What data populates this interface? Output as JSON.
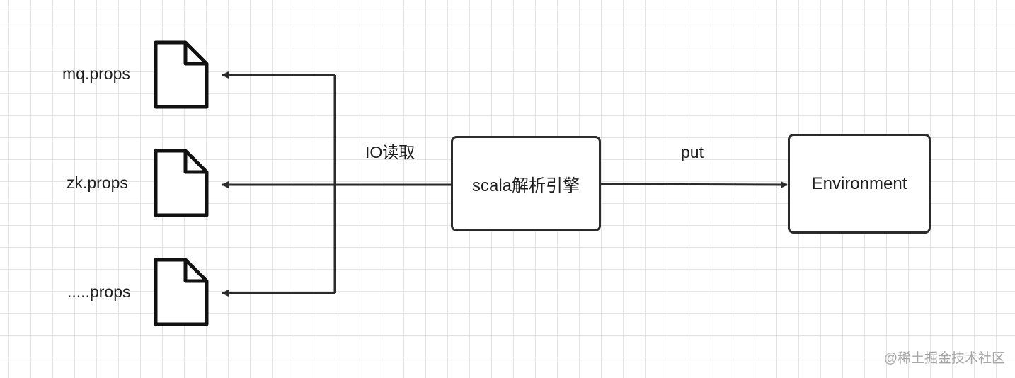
{
  "files": [
    {
      "label": "mq.props"
    },
    {
      "label": "zk.props"
    },
    {
      "label": ".....props"
    }
  ],
  "edges": {
    "io_read_label": "IO读取",
    "put_label": "put"
  },
  "nodes": {
    "engine": {
      "label": "scala解析引擎"
    },
    "environment": {
      "label": "Environment"
    }
  },
  "watermark": "@稀土掘金技术社区",
  "colors": {
    "stroke": "#2b2b2b",
    "grid": "#e4e4e4",
    "watermark": "#a6a6a6"
  }
}
